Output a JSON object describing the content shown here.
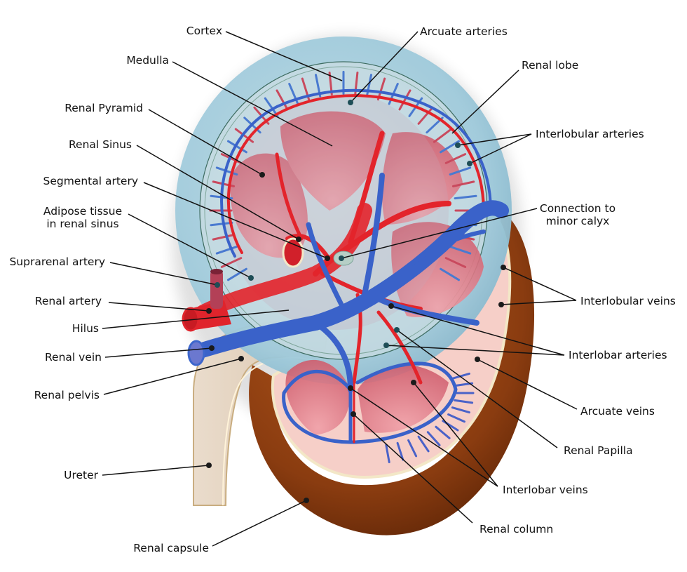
{
  "title": "Kidney anatomy diagram",
  "colors": {
    "cortex_blue": "#9ec9da",
    "capsule_brown": "#8a3c10",
    "artery_red": "#e3242b",
    "vein_blue": "#3a62c9",
    "pyramid_pink": "#d9717e",
    "pelvis_tan": "#e6d2bb"
  },
  "labels": {
    "cortex": "Cortex",
    "medulla": "Medulla",
    "renal_pyramid": "Renal Pyramid",
    "renal_sinus": "Renal Sinus",
    "segmental_artery": "Segmental artery",
    "adipose_line1": "Adipose tissue",
    "adipose_line2": "in renal sinus",
    "suprarenal_artery": "Suprarenal artery",
    "renal_artery": "Renal artery",
    "hilus": "Hilus",
    "renal_vein": "Renal vein",
    "renal_pelvis": "Renal pelvis",
    "ureter": "Ureter",
    "renal_capsule": "Renal capsule",
    "arcuate_arteries": "Arcuate arteries",
    "renal_lobe": "Renal lobe",
    "interlobular_arteries": "Interlobular arteries",
    "connection_line1": "Connection to",
    "connection_line2": "minor calyx",
    "interlobular_veins": "Interlobular veins",
    "interlobar_arteries": "Interlobar arteries",
    "arcuate_veins": "Arcuate veins",
    "renal_papilla": "Renal Papilla",
    "interlobar_veins": "Interlobar veins",
    "renal_column": "Renal column"
  }
}
